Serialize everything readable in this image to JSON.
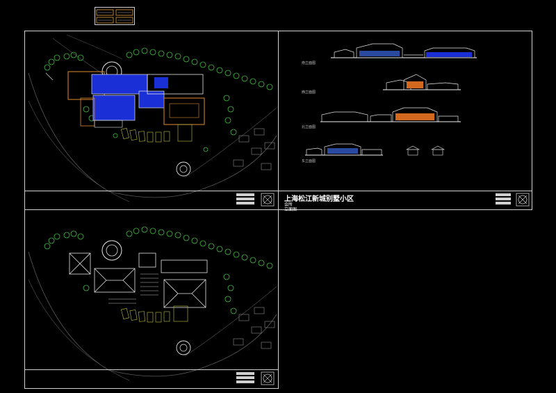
{
  "titleblock": {
    "project": "上海松江新城别墅小区",
    "building": "会所",
    "drawing": "立面图"
  },
  "elevations": {
    "south": "南立面图",
    "west": "西立面图",
    "north": "北立面图",
    "east": "东立面图"
  },
  "colors": {
    "background": "#000000",
    "border": "#cfcfcf",
    "pool": "#1a2fd6",
    "trees": "#3fbf3f",
    "contour": "#5a5a5a",
    "building_accent": "#d2691e"
  }
}
